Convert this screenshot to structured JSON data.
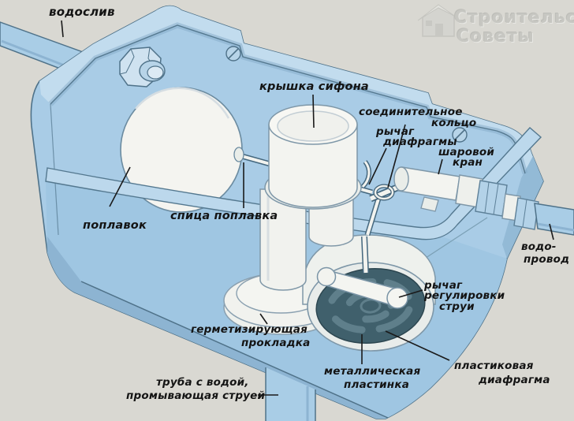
{
  "watermark": {
    "title": "Строительство",
    "subtitle": "Советы"
  },
  "labels": {
    "overflow": {
      "text": "водослив"
    },
    "siphon_cap": {
      "text": "крышка сифона"
    },
    "connecting_ring": {
      "line1": "соединительное",
      "line2": "кольцо"
    },
    "diaphragm_lever": {
      "line1": "рычаг",
      "line2": "диафрагмы"
    },
    "ball_valve": {
      "line1": "шаровой",
      "line2": "кран"
    },
    "float": {
      "text": "поплавок"
    },
    "float_rod": {
      "text": "спица поплавка"
    },
    "water_supply": {
      "line1": "водо-",
      "line2": "провод"
    },
    "jet_adjust_lever": {
      "line1": "рычаг",
      "line2": "регулировки",
      "line3": "струи"
    },
    "sealing_gasket": {
      "line1": "герметизирующая",
      "line2": "прокладка"
    },
    "flush_pipe": {
      "line1": "труба с водой,",
      "line2": "промывающая струей"
    },
    "metal_plate": {
      "line1": "металлическая",
      "line2": "пластинка"
    },
    "plastic_diaphragm": {
      "line1": "пластиковая",
      "line2": "диафрагма"
    }
  },
  "colors": {
    "background": "#d9d8d2",
    "tank_blue": "#a9cce6",
    "tank_rim_blue": "#c2dcee",
    "front_wall_blue": "#9fc6e2",
    "outline": "#4f7289",
    "dark_disc": "#40606c",
    "disc_ridge": "#5f7f8b",
    "white_part": "#f2f3ef",
    "label_text": "#141414",
    "watermark_gray": "#c7c7c2"
  }
}
